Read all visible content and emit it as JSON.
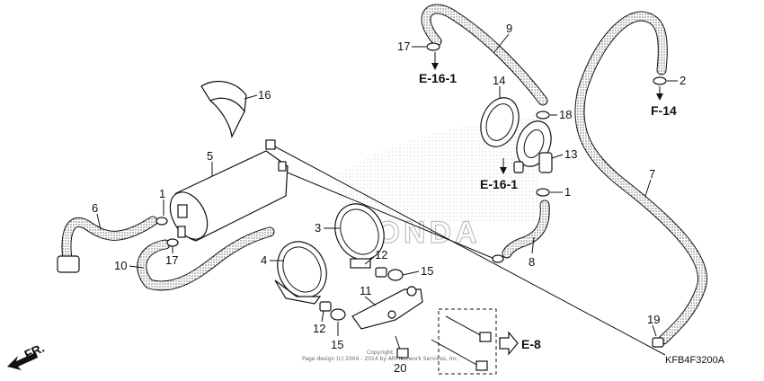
{
  "callouts": [
    {
      "id": "16",
      "text": "16"
    },
    {
      "id": "5",
      "text": "5"
    },
    {
      "id": "1a",
      "text": "1"
    },
    {
      "id": "6",
      "text": "6"
    },
    {
      "id": "10",
      "text": "10"
    },
    {
      "id": "17a",
      "text": "17"
    },
    {
      "id": "3",
      "text": "3"
    },
    {
      "id": "4",
      "text": "4"
    },
    {
      "id": "12a",
      "text": "12"
    },
    {
      "id": "15a",
      "text": "15"
    },
    {
      "id": "12b",
      "text": "12"
    },
    {
      "id": "15b",
      "text": "15"
    },
    {
      "id": "11",
      "text": "11"
    },
    {
      "id": "20",
      "text": "20"
    },
    {
      "id": "9",
      "text": "9"
    },
    {
      "id": "17b",
      "text": "17"
    },
    {
      "id": "14",
      "text": "14"
    },
    {
      "id": "18",
      "text": "18"
    },
    {
      "id": "13",
      "text": "13"
    },
    {
      "id": "1b",
      "text": "1"
    },
    {
      "id": "8",
      "text": "8"
    },
    {
      "id": "2",
      "text": "2"
    },
    {
      "id": "7",
      "text": "7"
    },
    {
      "id": "19",
      "text": "19"
    }
  ],
  "references": {
    "e16_top": "E-16-1",
    "e16_mid": "E-16-1",
    "f14": "F-14",
    "e8": "E-8"
  },
  "front_indicator": "FR.",
  "diagram_code": "KFB4F3200A",
  "brand_watermark": "HONDA",
  "copyright": {
    "line1": "Copyright",
    "line2": "Page design (c) 2004 - 2014 by ARI Network Services, Inc."
  }
}
